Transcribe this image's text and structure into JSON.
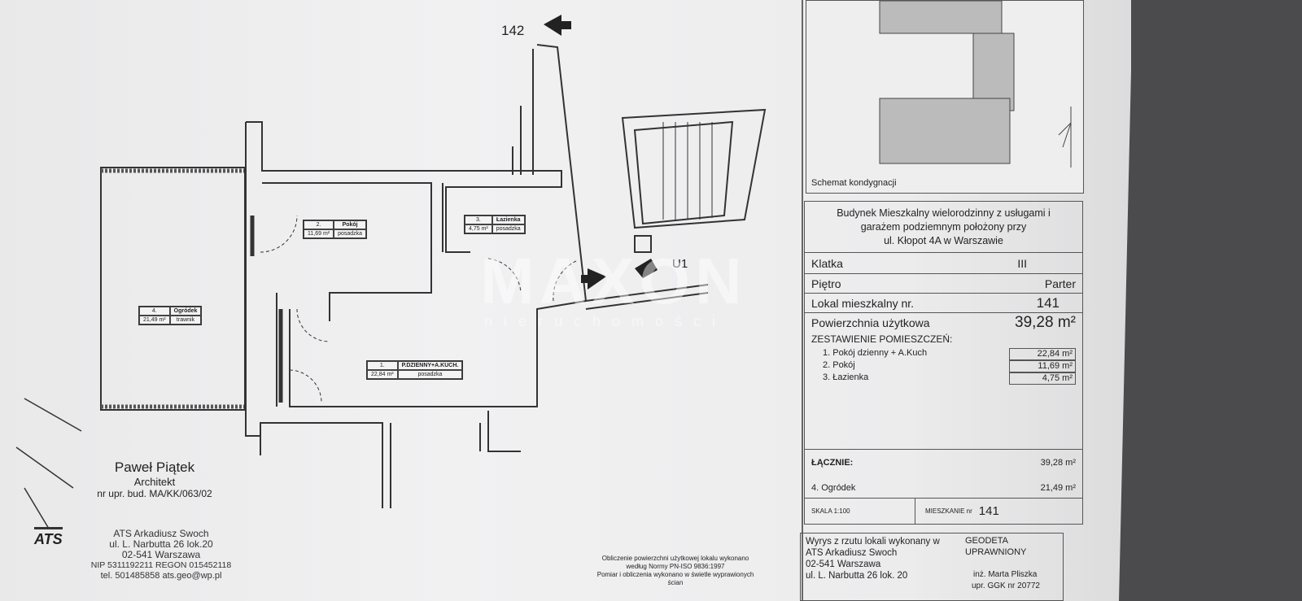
{
  "plan": {
    "neighbor_unit": "142",
    "common_area": "U1",
    "rooms": [
      {
        "no": "1.",
        "name": "P.DZIENNY+A.KUCH.",
        "area": "22,84 m²",
        "floor": "posadzka"
      },
      {
        "no": "2.",
        "name": "Pokój",
        "area": "11,69 m²",
        "floor": "posadzka"
      },
      {
        "no": "3.",
        "name": "Łazienka",
        "area": "4,75 m²",
        "floor": "posadzka"
      },
      {
        "no": "4.",
        "name": "Ogródek",
        "area": "21,49 m²",
        "floor": "trawnik"
      }
    ],
    "watermark": "MAXON",
    "watermark_sub": "nieruchomości",
    "note": [
      "Obliczenie powierzchni użytkowej lokalu wykonano",
      "według Normy PN-ISO 9836:1997",
      "Pomiar i obliczenia wykonano w świetle wyprawionych ścian"
    ]
  },
  "architect": {
    "name": "Paweł Piątek",
    "title": "Architekt",
    "license": "nr upr. bud. MA/KK/063/02"
  },
  "company": {
    "logo": "ATS",
    "name": "ATS Arkadiusz Swoch",
    "street": "ul. L. Narbutta 26 lok.20",
    "city": "02-541 Warszawa",
    "ids": "NIP 5311192211 REGON 015452118",
    "contact": "tel. 501485858 ats.geo@wp.pl"
  },
  "info": {
    "schema_label": "Schemat kondygnacji",
    "building": [
      "Budynek Mieszkalny wielorodzinny z usługami i",
      "garażem podziemnym położony przy",
      "ul. Kłopot 4A  w Warszawie"
    ],
    "klatka_label": "Klatka",
    "klatka": "III",
    "pietro_label": "Piętro",
    "pietro": "Parter",
    "lokal_label": "Lokal mieszkalny nr.",
    "lokal": "141",
    "area_label": "Powierzchnia użytkowa",
    "area": "39,28 m²",
    "list_title": "ZESTAWIENIE POMIESZCZEŃ:",
    "list": [
      {
        "label": "1.  Pokój dzienny + A.Kuch",
        "area": "22,84 m²"
      },
      {
        "label": "2. Pokój",
        "area": "11,69 m²"
      },
      {
        "label": "3. Łazienka",
        "area": "4,75 m²"
      }
    ],
    "total_label": "ŁĄCZNIE:",
    "total": "39,28 m²",
    "garden_label": "4. Ogródek",
    "garden": "21,49 m²",
    "scale": "SKALA 1:100",
    "flat_label": "MIESZKANIE nr",
    "flat": "141"
  },
  "surveyor": {
    "lines": [
      "Wyrys z rzutu lokali wykonany w",
      "ATS Arkadiusz Swoch",
      "02-541 Warszawa",
      "ul. L. Narbutta 26 lok. 20"
    ],
    "title": "GEODETA UPRAWNIONY",
    "name": "inż. Marta Pliszka",
    "license": "upr. GGK nr 20772"
  }
}
